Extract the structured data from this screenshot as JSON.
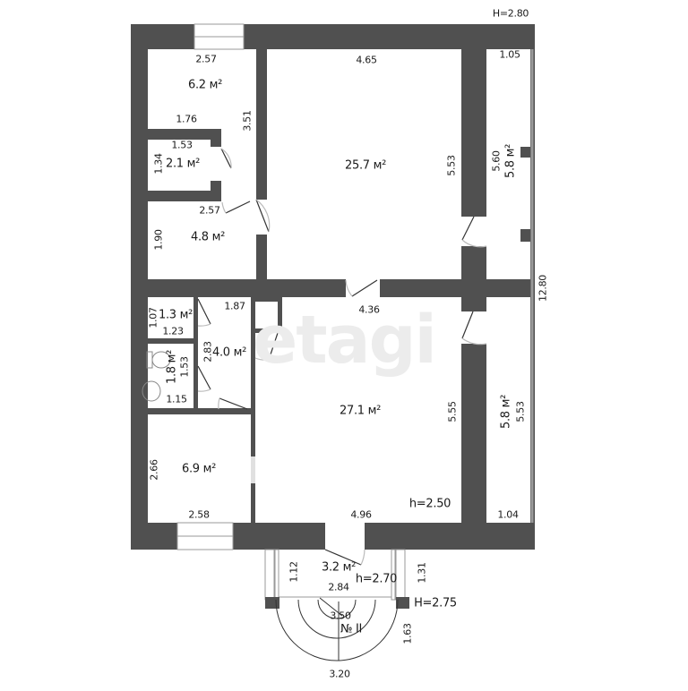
{
  "plan": {
    "wall_color": "#505050",
    "window_color": "#9a9a9a",
    "watermark": "etagi",
    "floor_number": "№ II",
    "heights": {
      "main_ceiling": "H=2.80",
      "room_ceiling": "h=2.50",
      "porch_ceiling": "h=2.70",
      "porch_outer": "H=2.75"
    },
    "rooms": [
      {
        "id": "room-storage-top-left",
        "area": "6.2 м²",
        "dims": [
          "2.57",
          "1.76",
          "3.51"
        ]
      },
      {
        "id": "room-closet",
        "area": "2.1 м²",
        "dims": [
          "1.53",
          "1.34"
        ]
      },
      {
        "id": "room-small-left",
        "area": "4.8 м²",
        "dims": [
          "2.57",
          "1.90"
        ]
      },
      {
        "id": "room-large-top",
        "area": "25.7 м²",
        "dims": [
          "4.65",
          "5.53",
          "4.36"
        ]
      },
      {
        "id": "room-veranda-top",
        "area": "5.8 м²",
        "dims": [
          "1.05",
          "5.60"
        ]
      },
      {
        "id": "room-wc",
        "area": "1.3 м²",
        "dims": [
          "1.07",
          "1.23"
        ]
      },
      {
        "id": "room-hall",
        "area": "4.0 м²",
        "dims": [
          "1.87",
          "2.83"
        ]
      },
      {
        "id": "room-bathroom",
        "area": "1.8 м²",
        "dims": [
          "1.53",
          "1.15"
        ]
      },
      {
        "id": "room-large-bottom",
        "area": "27.1 м²",
        "dims": [
          "5.55",
          "4.96"
        ]
      },
      {
        "id": "room-veranda-bottom",
        "area": "5.8 м²",
        "dims": [
          "5.53",
          "1.04"
        ]
      },
      {
        "id": "room-bottom-left",
        "area": "6.9 м²",
        "dims": [
          "2.66",
          "2.58"
        ]
      },
      {
        "id": "room-porch",
        "area": "3.2 м²",
        "dims": [
          "1.12",
          "2.84",
          "1.31",
          "3.50",
          "1.63",
          "3.20"
        ]
      }
    ],
    "overall": {
      "total_length": "12.80"
    }
  }
}
